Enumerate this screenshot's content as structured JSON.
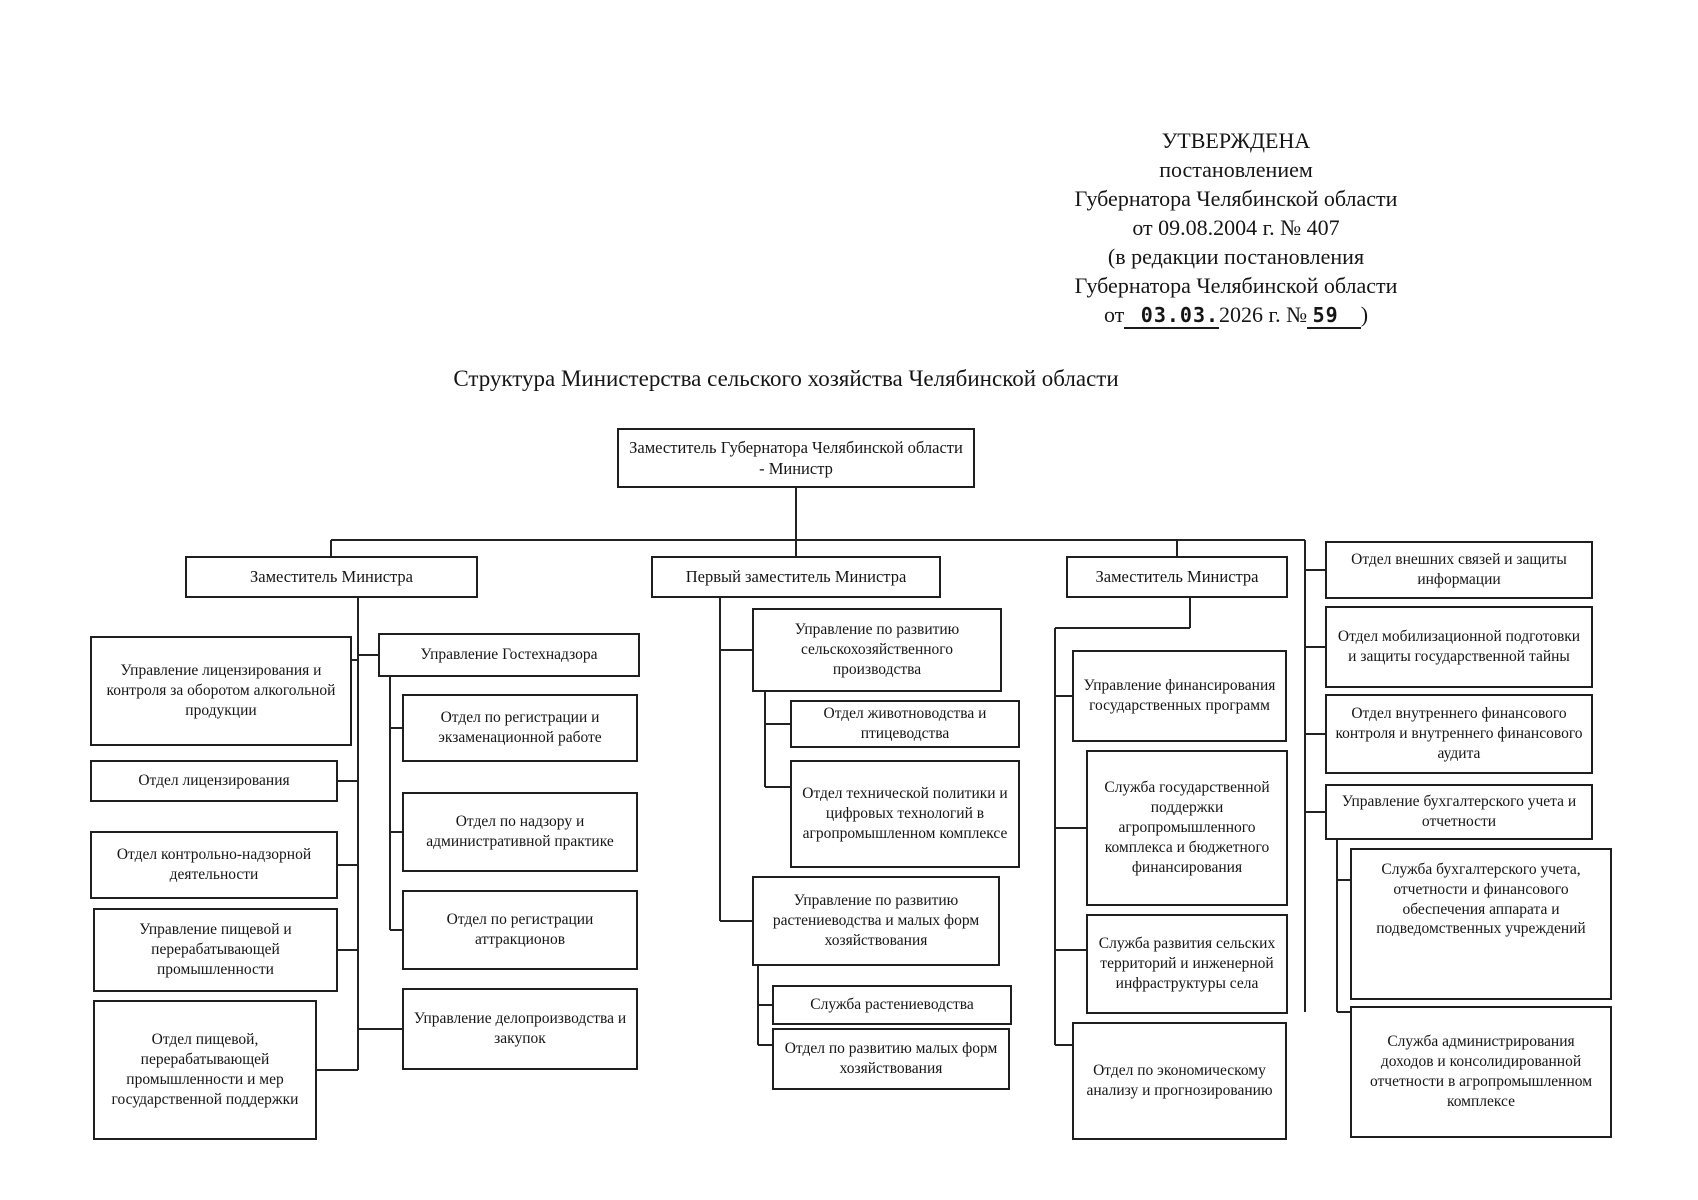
{
  "approval": {
    "line1": "УТВЕРЖДЕНА",
    "line2": "постановлением",
    "line3": "Губернатора Челябинской области",
    "line4": "от 09.08.2004 г. № 407",
    "line5": "(в редакции постановления",
    "line6": "Губернатора Челябинской области",
    "amended_from_label": "от",
    "amended_date": "03.03.",
    "amended_year_number_label": "2026 г. №",
    "amended_number": "59",
    "closing_paren": ")"
  },
  "title": "Структура Министерства сельского хозяйства Челябинской области",
  "org_chart": {
    "root": "Заместитель Губернатора Челябинской области - Министр",
    "deputies": {
      "left": "Заместитель Министра",
      "first": "Первый заместитель Министра",
      "right": "Заместитель Министра"
    },
    "left_branch": {
      "licensing_dept": "Управление лицензирования и контроля за оборотом алкогольной продукции",
      "licensing_unit": "Отдел лицензирования",
      "control_supervision_unit": "Отдел контрольно-надзорной деятельности",
      "food_industry_dept": "Управление пищевой и перерабатывающей промышленности",
      "food_industry_unit": "Отдел пищевой, перерабатывающей промышленности и мер государственной поддержки",
      "gostekhnadzor_dept": "Управление Гостехнадзора",
      "registration_exam_unit": "Отдел по регистрации и экзаменационной работе",
      "supervision_practice_unit": "Отдел по надзору и административной практике",
      "attractions_unit": "Отдел по регистрации аттракционов",
      "records_procurement_dept": "Управление делопроизводства и закупок"
    },
    "first_deputy_branch": {
      "agri_production_dept": "Управление по развитию сельскохозяйственного производства",
      "livestock_poultry_unit": "Отдел животноводства и птицеводства",
      "tech_policy_unit": "Отдел технической политики и цифровых технологий в агропромышленном комплексе",
      "crop_small_farms_dept": "Управление по развитию растениеводства и малых форм хозяйствования",
      "crop_service": "Служба растениеводства",
      "small_farms_unit": "Отдел по развитию малых форм хозяйствования"
    },
    "right_deputy_branch": {
      "financing_dept": "Управление финансирования государственных программ",
      "state_support_service": "Служба государственной поддержки агропромышленного комплекса и бюджетного финансирования",
      "rural_development_service": "Служба развития сельских территорий и инженерной инфраструктуры села",
      "economic_analysis_unit": "Отдел по экономическому анализу и прогнозированию"
    },
    "minister_direct": {
      "external_relations_unit": "Отдел внешних связей и защиты информации",
      "mobilization_unit": "Отдел мобилизационной подготовки и защиты государственной тайны",
      "internal_audit_unit": "Отдел внутреннего финансового контроля и внутреннего финансового аудита",
      "accounting_dept": "Управление бухгалтерского учета и отчетности",
      "accounting_service": "Служба бухгалтерского учета, отчетности и финансового обеспечения аппарата и подведомственных учреждений",
      "revenue_admin_service": "Служба администрирования доходов и консолидированной отчетности в агропромышленном комплексе"
    }
  },
  "colors": {
    "ink": "#1b1b1b",
    "paper": "#ffffff"
  }
}
